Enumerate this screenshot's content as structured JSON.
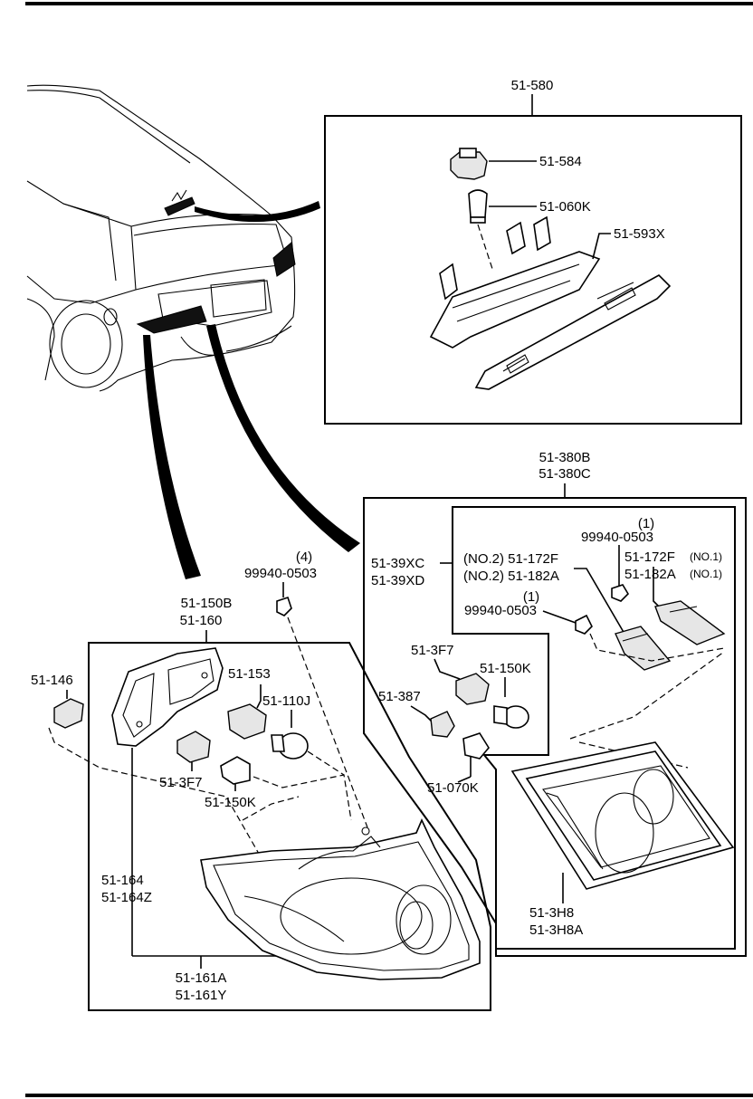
{
  "top_box": {
    "title": "51-580",
    "parts": {
      "socket": "51-584",
      "bulb": "51-060K",
      "housing": "51-593X"
    }
  },
  "right_box": {
    "title_line1": "51-380B",
    "title_line2": "51-380C",
    "sub_left_line1": "51-39XC",
    "sub_left_line2": "51-39XD",
    "no2_line1": "(NO.2) 51-172F",
    "no2_line2": "(NO.2) 51-182A",
    "no1_qty": "(1)",
    "no1_screw": "99940-0503",
    "no1_line1": "51-172F",
    "no1_tag1": "(NO.1)",
    "no1_line2": "51-182A",
    "no1_tag2": "(NO.1)",
    "mid_qty": "(1)",
    "mid_screw": "99940-0503",
    "socket": "51-3F7",
    "bulb": "51-150K",
    "socket2": "51-387",
    "bulb2": "51-070K",
    "lens_line1": "51-3H8",
    "lens_line2": "51-3H8A"
  },
  "left_box": {
    "screw_qty": "(4)",
    "screw": "99940-0503",
    "gasket_line1": "51-150B",
    "gasket_line2": "51-160",
    "outside": "51-146",
    "socket_a": "51-153",
    "bulb_a": "51-110J",
    "socket_b": "51-3F7",
    "bulb_b": "51-150K",
    "housing_line1": "51-164",
    "housing_line2": "51-164Z",
    "assy_line1": "51-161A",
    "assy_line2": "51-161Y"
  }
}
